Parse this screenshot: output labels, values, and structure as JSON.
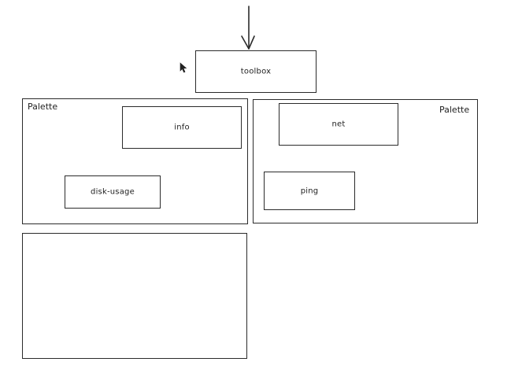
{
  "nodes": {
    "toolbox": "toolbox",
    "palette_left": "Palette",
    "palette_right": "Palette",
    "info": "info",
    "disk_usage": "disk-usage",
    "net": "net",
    "ping": "ping"
  },
  "colors": {
    "stroke": "#2b2b2b",
    "text": "#1e1e1e",
    "background": "#ffffff"
  }
}
